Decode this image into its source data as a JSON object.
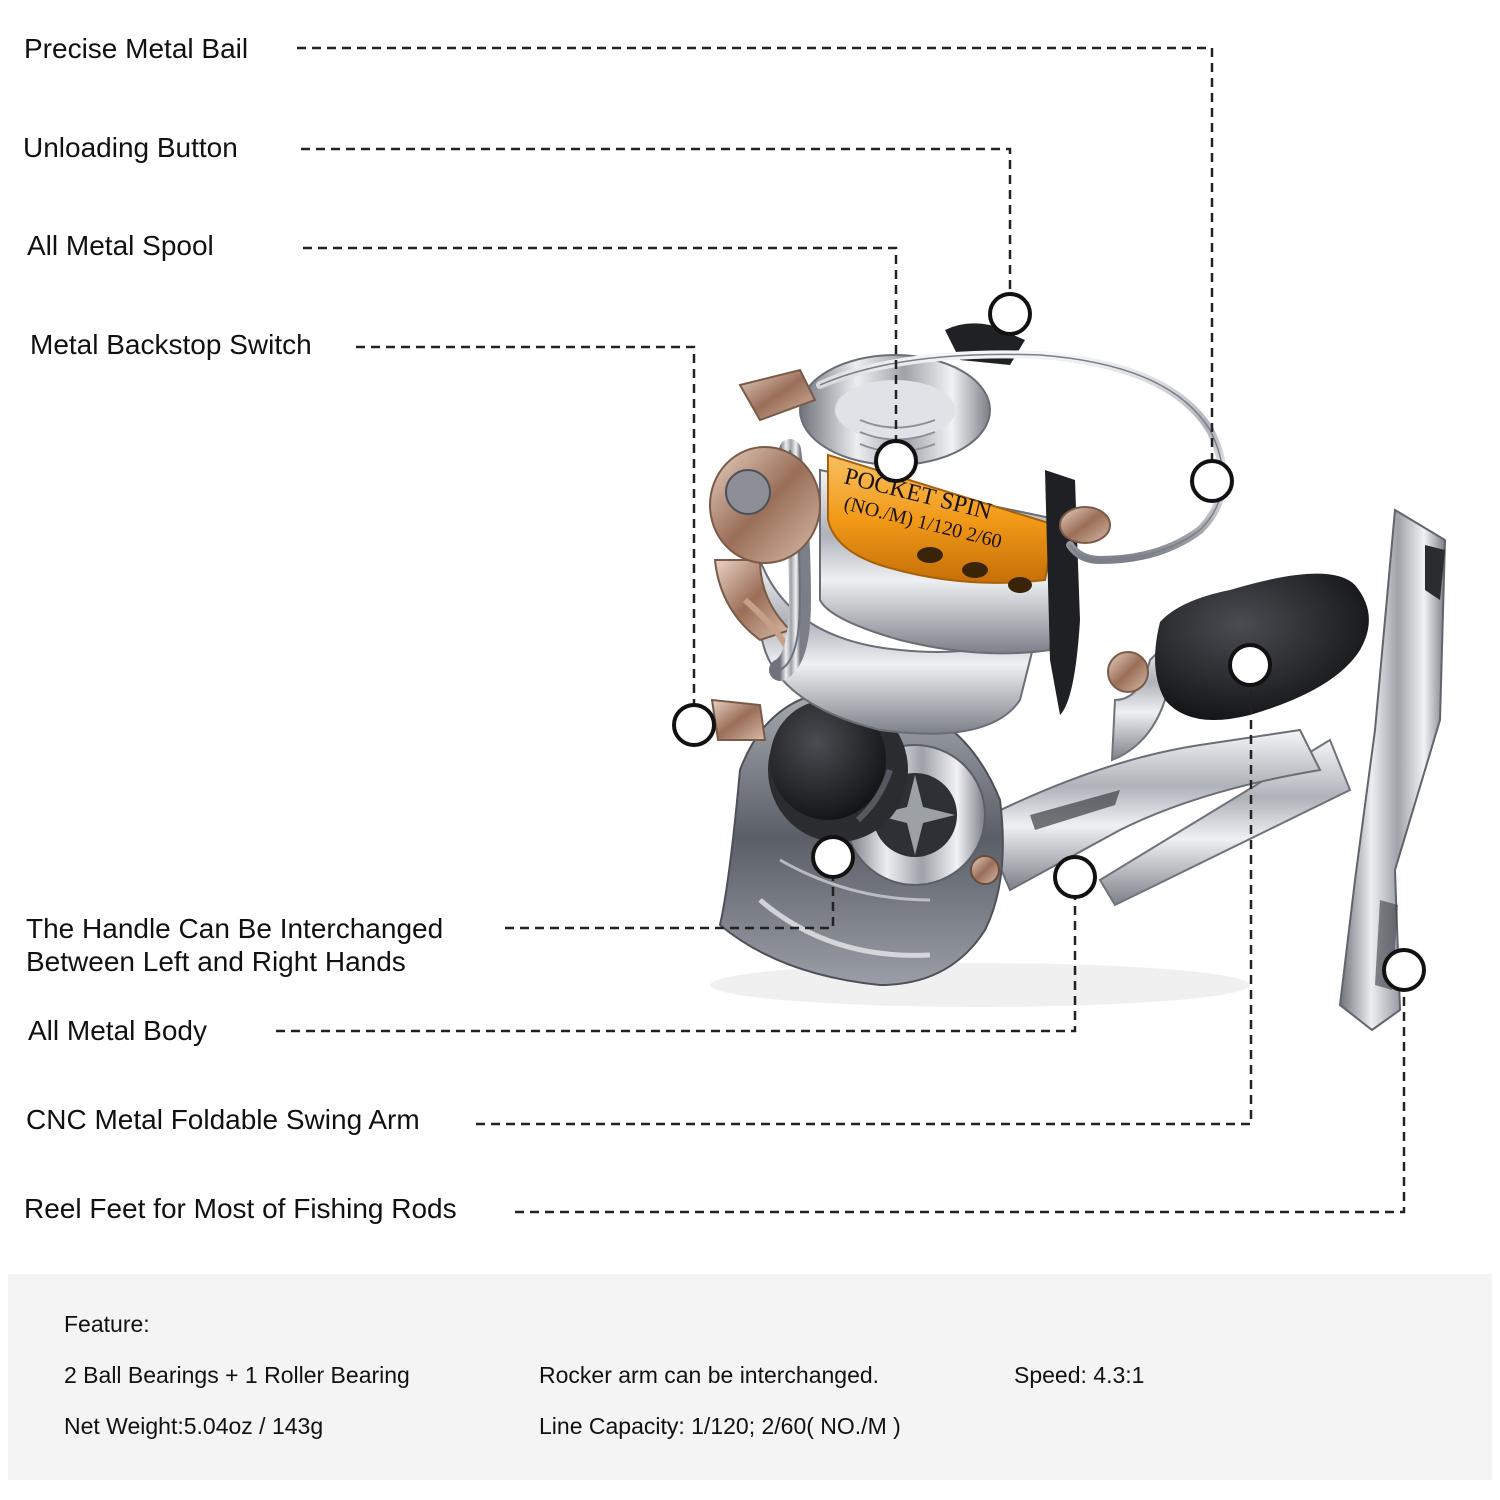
{
  "labels": [
    "Precise Metal Bail",
    "Unloading Button",
    "All Metal Spool",
    "Metal Backstop Switch",
    [
      "The Handle Can Be Interchanged",
      "Between Left and Right Hands"
    ],
    "All Metal Body",
    "CNC Metal Foldable Swing Arm",
    "Reel Feet for Most of Fishing Rods"
  ],
  "reel_text": [
    "POCKET SPIN",
    "(NO./M) 1/120 2/60"
  ],
  "features": {
    "title": "Feature:",
    "items": [
      "2 Ball Bearings + 1 Roller Bearing",
      "Rocker arm can be interchanged.",
      "Speed: 4.3:1",
      "Net Weight:5.04oz / 143g",
      "Line Capacity: 1/120; 2/60( NO./M )"
    ]
  },
  "colors": {
    "spool_orange": "#f29a18",
    "chrome": "#c9ccd2",
    "knob": "#1e1f22",
    "panel": "#f4f4f4"
  }
}
